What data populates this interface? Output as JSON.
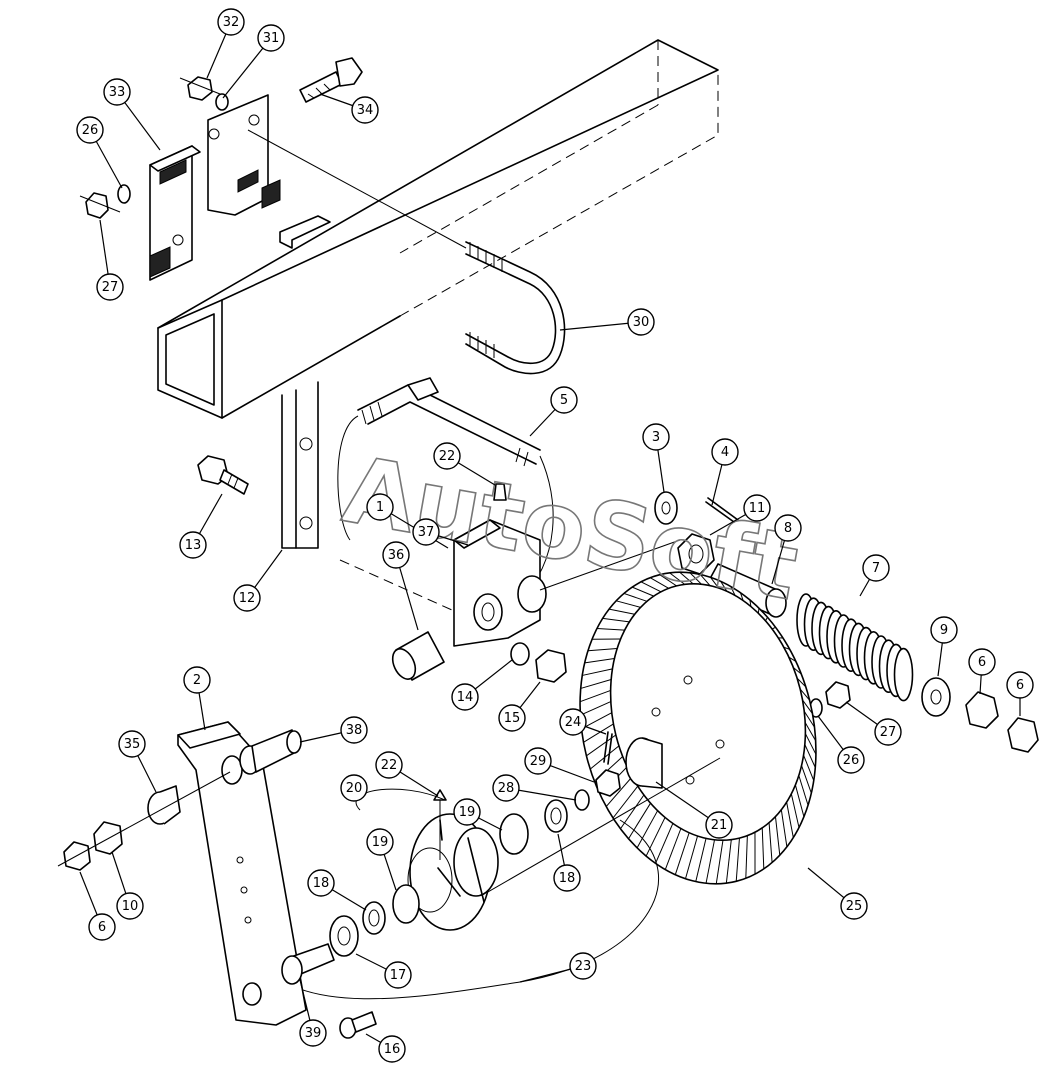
{
  "watermark": "AutoSoft",
  "callouts": [
    {
      "n": "32"
    },
    {
      "n": "31"
    },
    {
      "n": "33"
    },
    {
      "n": "34"
    },
    {
      "n": "26"
    },
    {
      "n": "27"
    },
    {
      "n": "30"
    },
    {
      "n": "5"
    },
    {
      "n": "22"
    },
    {
      "n": "3"
    },
    {
      "n": "4"
    },
    {
      "n": "11"
    },
    {
      "n": "1"
    },
    {
      "n": "37"
    },
    {
      "n": "8"
    },
    {
      "n": "7"
    },
    {
      "n": "13"
    },
    {
      "n": "36"
    },
    {
      "n": "12"
    },
    {
      "n": "9"
    },
    {
      "n": "6"
    },
    {
      "n": "6"
    },
    {
      "n": "14"
    },
    {
      "n": "15"
    },
    {
      "n": "26"
    },
    {
      "n": "27"
    },
    {
      "n": "2"
    },
    {
      "n": "38"
    },
    {
      "n": "24"
    },
    {
      "n": "35"
    },
    {
      "n": "22"
    },
    {
      "n": "29"
    },
    {
      "n": "20"
    },
    {
      "n": "28"
    },
    {
      "n": "19"
    },
    {
      "n": "21"
    },
    {
      "n": "19"
    },
    {
      "n": "6"
    },
    {
      "n": "10"
    },
    {
      "n": "18"
    },
    {
      "n": "18"
    },
    {
      "n": "25"
    },
    {
      "n": "17"
    },
    {
      "n": "23"
    },
    {
      "n": "39"
    },
    {
      "n": "16"
    }
  ]
}
